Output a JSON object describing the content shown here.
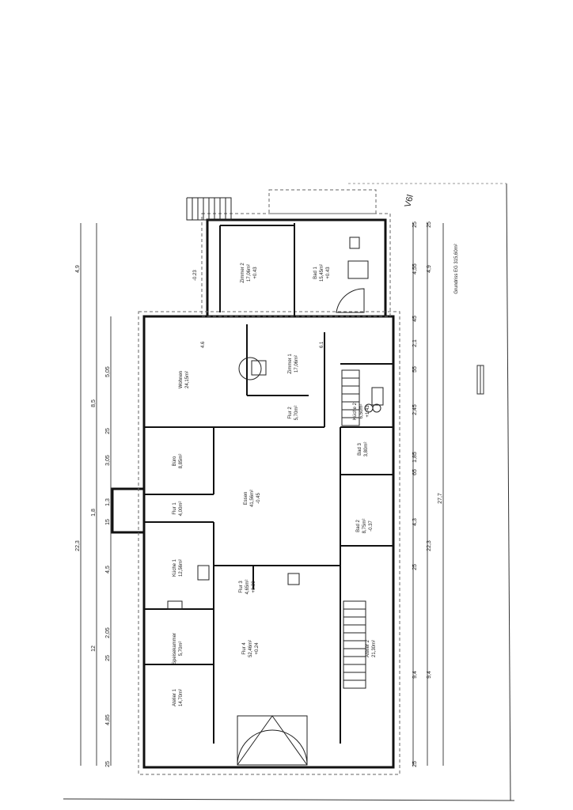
{
  "rooms": [
    {
      "name": "Zimmer 2",
      "area": "17,06m²",
      "level": "+0.43"
    },
    {
      "name": "Bad 1",
      "area": "15,45m²",
      "level": "+0.43"
    },
    {
      "name": "Zimmer 1",
      "area": "17,06m²",
      "level": ""
    },
    {
      "name": "Wohnen",
      "area": "24,15m²",
      "level": ""
    },
    {
      "name": "Flur 2",
      "area": "5,70m²",
      "level": ""
    },
    {
      "name": "Küche 2",
      "area": "6,50m²",
      "level": "+1.43"
    },
    {
      "name": "Bad 3",
      "area": "3,80m²",
      "level": ""
    },
    {
      "name": "Büro",
      "area": "8,85m²",
      "level": ""
    },
    {
      "name": "Essen",
      "area": "41,56m²",
      "level": "-0.45"
    },
    {
      "name": "Flur 1",
      "area": "4,00m²",
      "level": ""
    },
    {
      "name": "Bad 2",
      "area": "8,75m²",
      "level": "-0.37"
    },
    {
      "name": "Küche 1",
      "area": "12,56m²",
      "level": ""
    },
    {
      "name": "Flur 3",
      "area": "4,65m²",
      "level": "+0.30"
    },
    {
      "name": "Speisekammer",
      "area": "5,70m²",
      "level": ""
    },
    {
      "name": "Flur 4",
      "area": "52,46m²",
      "level": "+0.24"
    },
    {
      "name": "Atelier 2",
      "area": "21,30m²",
      "level": ""
    },
    {
      "name": "Atelier 1",
      "area": "14,70m²",
      "level": ""
    }
  ],
  "left_dims": {
    "overall": "22,3",
    "segments_a": [
      "4,9",
      "8,5",
      "12"
    ],
    "segments_b": [
      "5,05",
      "25",
      "3,05",
      "1,8",
      "1,3",
      "15",
      "4,5",
      "2,05",
      "25",
      "4,85",
      "25"
    ],
    "misc": [
      "-0.23"
    ]
  },
  "right_dims": {
    "overall": "27,7",
    "sub": "22,3",
    "chain_a": [
      "25",
      "4,9",
      "4,55",
      "45",
      "2,1",
      "55",
      "2,45",
      "1,85",
      "65",
      "4,3",
      "25",
      "9,4",
      "25"
    ],
    "chain_b": [
      "25",
      "9,4"
    ]
  },
  "annotations": {
    "corner_mark": "V6l",
    "caption": "Grundriss EG 315,60m²",
    "interior_1": "4.6",
    "interior_2": "6.1"
  }
}
